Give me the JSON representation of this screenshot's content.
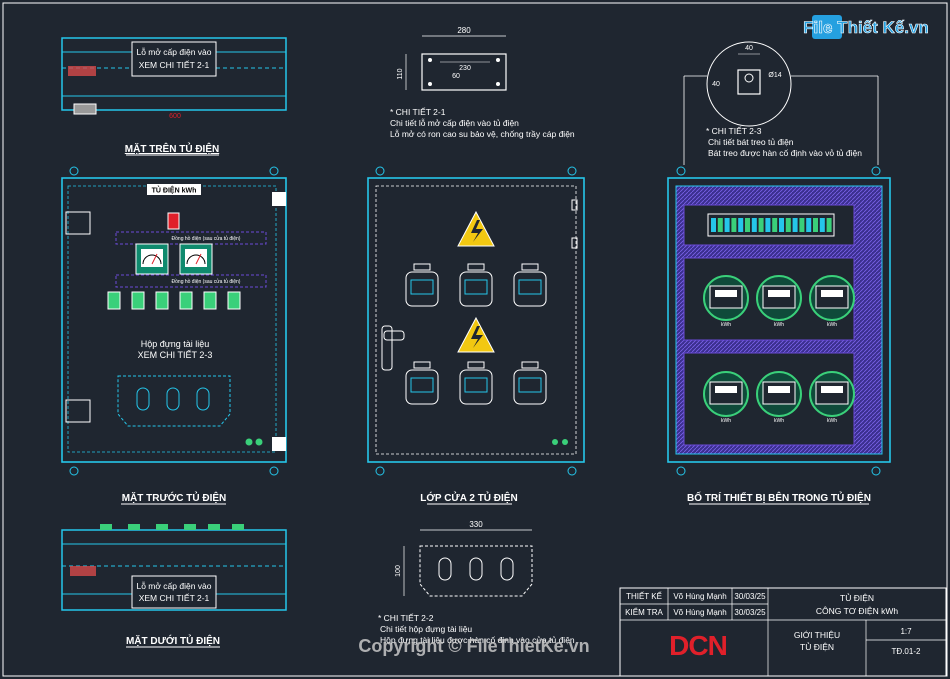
{
  "brand": {
    "logo_text": "File Thiết Kế.vn",
    "copyright": "Copyright © FileThietKe.vn"
  },
  "views": {
    "top": {
      "title": "MẶT TRÊN TỦ ĐIỆN",
      "note_line1": "Lỗ mở cấp điện vào",
      "note_line2": "XEM CHI TIẾT 2-1",
      "dim": "600"
    },
    "front": {
      "title": "MẶT TRƯỚC TỦ ĐIỆN",
      "label_plate": "TỦ ĐIỆN kWh",
      "meter_caption_1": "Đồng hồ điện (sau cửa tủ điện)",
      "meter_caption_2": "Đồng hồ điện (sau cửa tủ điện)",
      "box_line1": "Hộp đựng tài liệu",
      "box_line2": "XEM CHI TIẾT 2-3"
    },
    "door": {
      "title": "LỚP CỬA 2 TỦ ĐIỆN"
    },
    "inside": {
      "title": "BỐ TRÍ THIẾT BỊ BÊN TRONG TỦ ĐIỆN",
      "meter_labels": [
        "kWh",
        "kWh",
        "kWh",
        "kWh",
        "kWh",
        "kWh"
      ]
    },
    "bottom": {
      "title": "MẶT DƯỚI TỦ ĐIỆN",
      "note_line1": "Lỗ mở cấp điện vào",
      "note_line2": "XEM CHI TIẾT 2-1"
    }
  },
  "details": {
    "d21": {
      "dim_w_outer": "280",
      "dim_w_inner": "230",
      "dim_h_outer": "110",
      "dim_h_inner": "60",
      "title": "* CHI TIẾT 2-1",
      "line1": "Chi tiết lỗ mở cấp điện vào tủ điện",
      "line2": "Lỗ mở có ron cao su bảo vệ, chống trầy cáp điện"
    },
    "d23": {
      "dim_w": "40",
      "dim_h": "40",
      "dim_hole": "Ø14",
      "title": "* CHI TIẾT 2-3",
      "line1": "Chi tiết bát treo tủ điện",
      "line2": "Bát treo được hàn cố định vào vỏ tủ điện"
    },
    "d22": {
      "dim_w": "330",
      "dim_h": "100",
      "title": "* CHI TIẾT 2-2",
      "line1": "Chi tiết hộp đựng tài liệu",
      "line2": "Hộp đựng tài liệu được hàn cố định vào cửa tủ điện"
    }
  },
  "title_block": {
    "row1_label": "THIẾT KẾ",
    "row1_name": "Võ Hùng Mạnh",
    "row1_date": "30/03/25",
    "row2_label": "KIỂM TRA",
    "row2_name": "Võ Hùng Mạnh",
    "row2_date": "30/03/25",
    "project_line1": "TỦ ĐIỆN",
    "project_line2": "CÔNG TƠ ĐIỆN kWh",
    "logo": "DCN",
    "sheet_line1": "GIỚI THIỆU",
    "sheet_line2": "TỦ ĐIỆN",
    "scale": "1:7",
    "code": "TĐ.01-2"
  },
  "colors": {
    "background": "#1f2630",
    "cyan": "#25c6ea",
    "green": "#3ad07a",
    "yellow": "#f2c811",
    "red": "#e0202a",
    "purple": "#6b4bd8"
  }
}
